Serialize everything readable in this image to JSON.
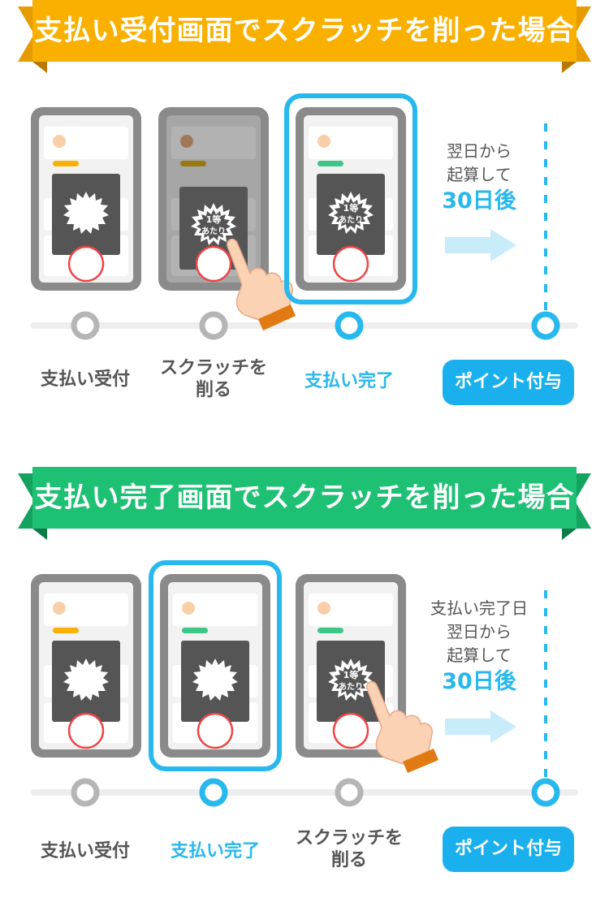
{
  "colors": {
    "banner_orange": "#f9b000",
    "banner_green": "#1ec074",
    "accent_blue": "#27b8ee",
    "badge_blue": "#1ab0ee",
    "phone_gray": "#8a8a8a",
    "scratch_dark": "#555555",
    "hand_skin": "#fbd2b4",
    "cuff_orange": "#e17a12"
  },
  "section1": {
    "title": "支払い受付画面でスクラッチを削った場合",
    "steps": [
      {
        "label": "支払い受付"
      },
      {
        "label_line1": "スクラッチを",
        "label_line2": "削る"
      },
      {
        "label": "支払い完了"
      }
    ],
    "note": {
      "line1": "翌日から",
      "line2": "起算して",
      "highlight": "30日後"
    },
    "badge": "ポイント付与",
    "stamp_line1": "1等",
    "stamp_line2": "あたり"
  },
  "section2": {
    "title": "支払い完了画面でスクラッチを削った場合",
    "steps": [
      {
        "label": "支払い受付"
      },
      {
        "label": "支払い完了"
      },
      {
        "label_line1": "スクラッチを",
        "label_line2": "削る"
      }
    ],
    "note": {
      "line0": "支払い完了日",
      "line1": "翌日から",
      "line2": "起算して",
      "highlight": "30日後"
    },
    "badge": "ポイント付与",
    "stamp_line1": "1等",
    "stamp_line2": "あたり"
  }
}
